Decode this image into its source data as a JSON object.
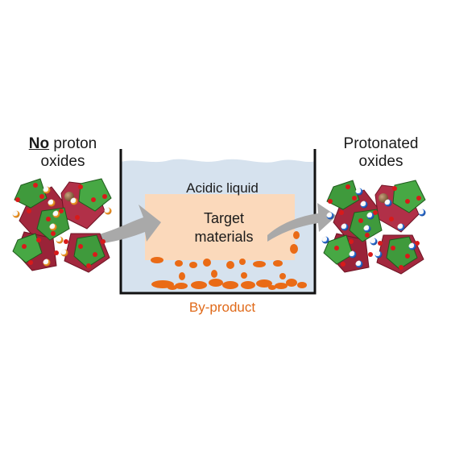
{
  "left_label": {
    "emph": "No",
    "rest": " proton",
    "line2": "oxides"
  },
  "right_label": {
    "line1": "Protonated",
    "line2": "oxides"
  },
  "liquid_label": "Acidic liquid",
  "target_label": {
    "line1": "Target",
    "line2": "materials"
  },
  "byproduct_label": "By-product",
  "colors": {
    "liquid": "#d6e2ee",
    "target_box": "#fbd9bb",
    "byproduct": "#ea6b16",
    "arrow": "#a9a9a9",
    "octahedron_red": "#a3283e",
    "octahedron_green": "#3f9a3c",
    "oxygen": "#d91a1a",
    "proton_orange": "#f09a2e",
    "proton_blue": "#2d6fd6"
  }
}
